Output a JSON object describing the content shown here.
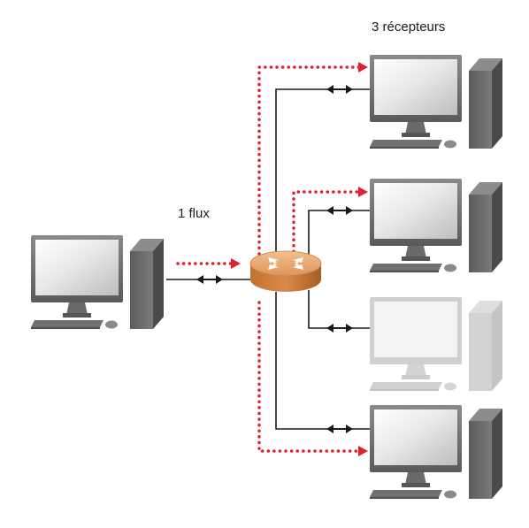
{
  "diagram": {
    "stream_label": "1 flux",
    "receivers_label": "3 récepteurs"
  },
  "colors": {
    "stream": "#e0202a",
    "link": "#1a1a1a",
    "router_top": "#e8a56a",
    "router_side": "#b86a30",
    "monitor_frame": "#6e6e6e",
    "inactive": "#c9c9c9"
  },
  "nodes": {
    "sender": {
      "name": "sender-computer",
      "active": true
    },
    "router": {
      "name": "router",
      "icon": "router-icon"
    },
    "receivers": [
      {
        "name": "receiver-1",
        "active": true,
        "receives_stream": true
      },
      {
        "name": "receiver-2",
        "active": true,
        "receives_stream": true
      },
      {
        "name": "receiver-3",
        "active": false,
        "receives_stream": false
      },
      {
        "name": "receiver-4",
        "active": true,
        "receives_stream": true
      }
    ]
  }
}
